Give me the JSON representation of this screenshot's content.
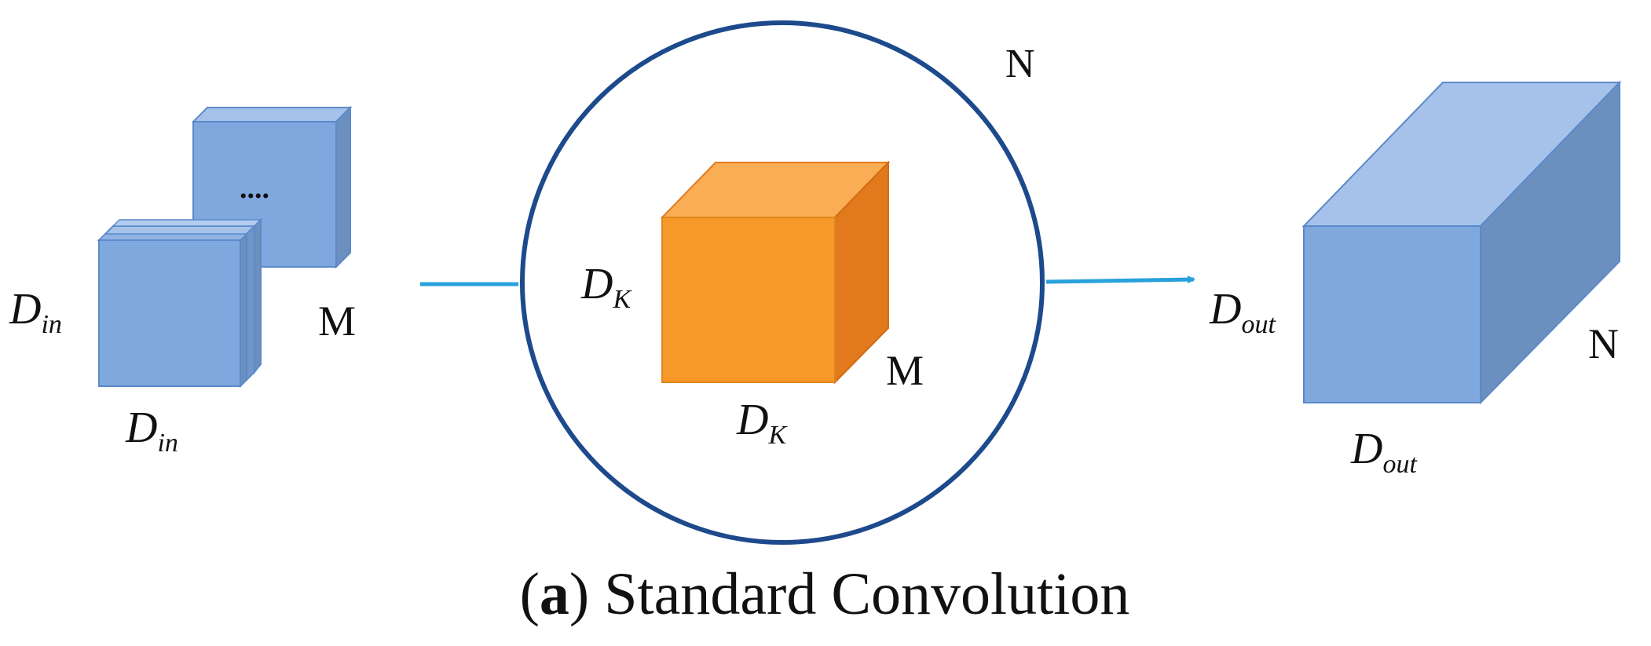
{
  "input": {
    "height_label": {
      "base": "D",
      "sub": "in"
    },
    "width_label": {
      "base": "D",
      "sub": "in"
    },
    "depth_label": "M",
    "ellipsis": "...."
  },
  "kernel": {
    "count_label": "N",
    "height_label": {
      "base": "D",
      "sub": "K"
    },
    "width_label": {
      "base": "D",
      "sub": "K"
    },
    "depth_label": "M"
  },
  "output": {
    "height_label": {
      "base": "D",
      "sub": "out"
    },
    "width_label": {
      "base": "D",
      "sub": "out"
    },
    "depth_label": "N"
  },
  "caption": {
    "letter": "a",
    "text": "Standard Convolution"
  },
  "colors": {
    "blue_front": "#7fa8df",
    "blue_top": "#a6c2ea",
    "blue_side": "#6b8fbf",
    "blue_edge": "#5b8ac9",
    "orange_front": "#f7982a",
    "orange_top": "#f9ad55",
    "orange_side": "#e27a1d",
    "circle": "#1d4a8c",
    "arrow": "#29a1dc"
  }
}
